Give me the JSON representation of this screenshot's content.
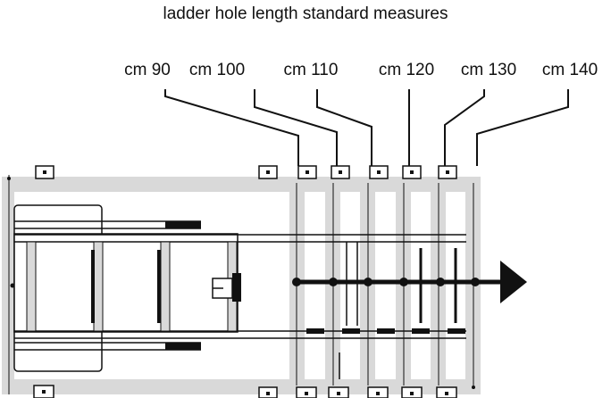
{
  "title": "ladder hole length standard measures",
  "measures": [
    {
      "label": "cm 90"
    },
    {
      "label": "cm 100"
    },
    {
      "label": "cm 110"
    },
    {
      "label": "cm 120"
    },
    {
      "label": "cm 130"
    },
    {
      "label": "cm 140"
    }
  ],
  "colors": {
    "frame": "#d9d9d9",
    "line": "#111111",
    "background": "#ffffff"
  },
  "icons": [
    "arrow-right-icon",
    "mounting-bracket-icon"
  ]
}
